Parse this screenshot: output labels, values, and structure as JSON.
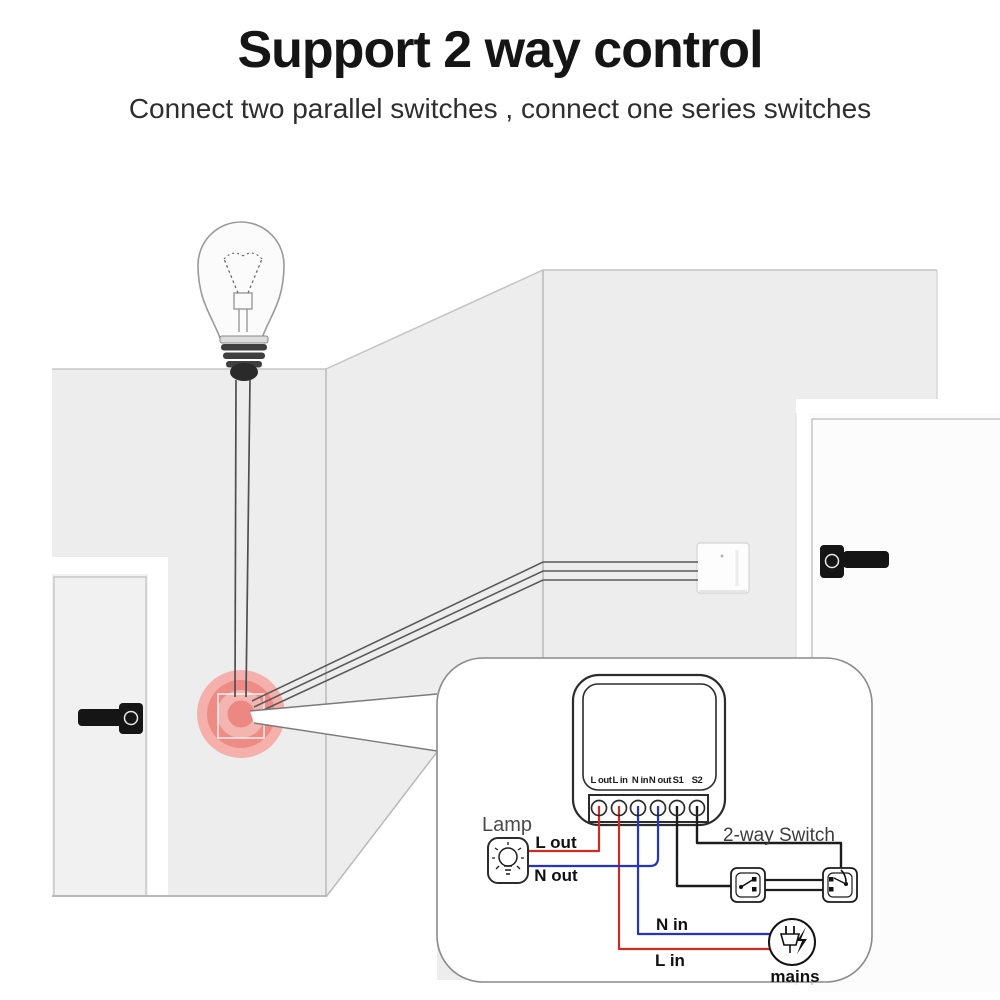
{
  "header": {
    "title": "Support 2 way control",
    "subtitle": "Connect two parallel switches , connect one series switches"
  },
  "scene": {
    "colors": {
      "live_wire": "#cf2b24",
      "neutral_wire": "#2434c8",
      "switch_wire": "#1c1c1c",
      "wall_wire": "#5a5a5a",
      "highlight_red": "#ee8b85",
      "wall_gray": "#ededed"
    },
    "callout": {
      "terminals": [
        "L out",
        "L in",
        "N in",
        "N out",
        "S1",
        "S2"
      ],
      "lamp_label": "Lamp",
      "l_out_label": "L out",
      "n_out_label": "N out",
      "n_in_label": "N in",
      "l_in_label": "L in",
      "two_way_switch_label": "2-way Switch",
      "mains_label": "mains"
    }
  }
}
